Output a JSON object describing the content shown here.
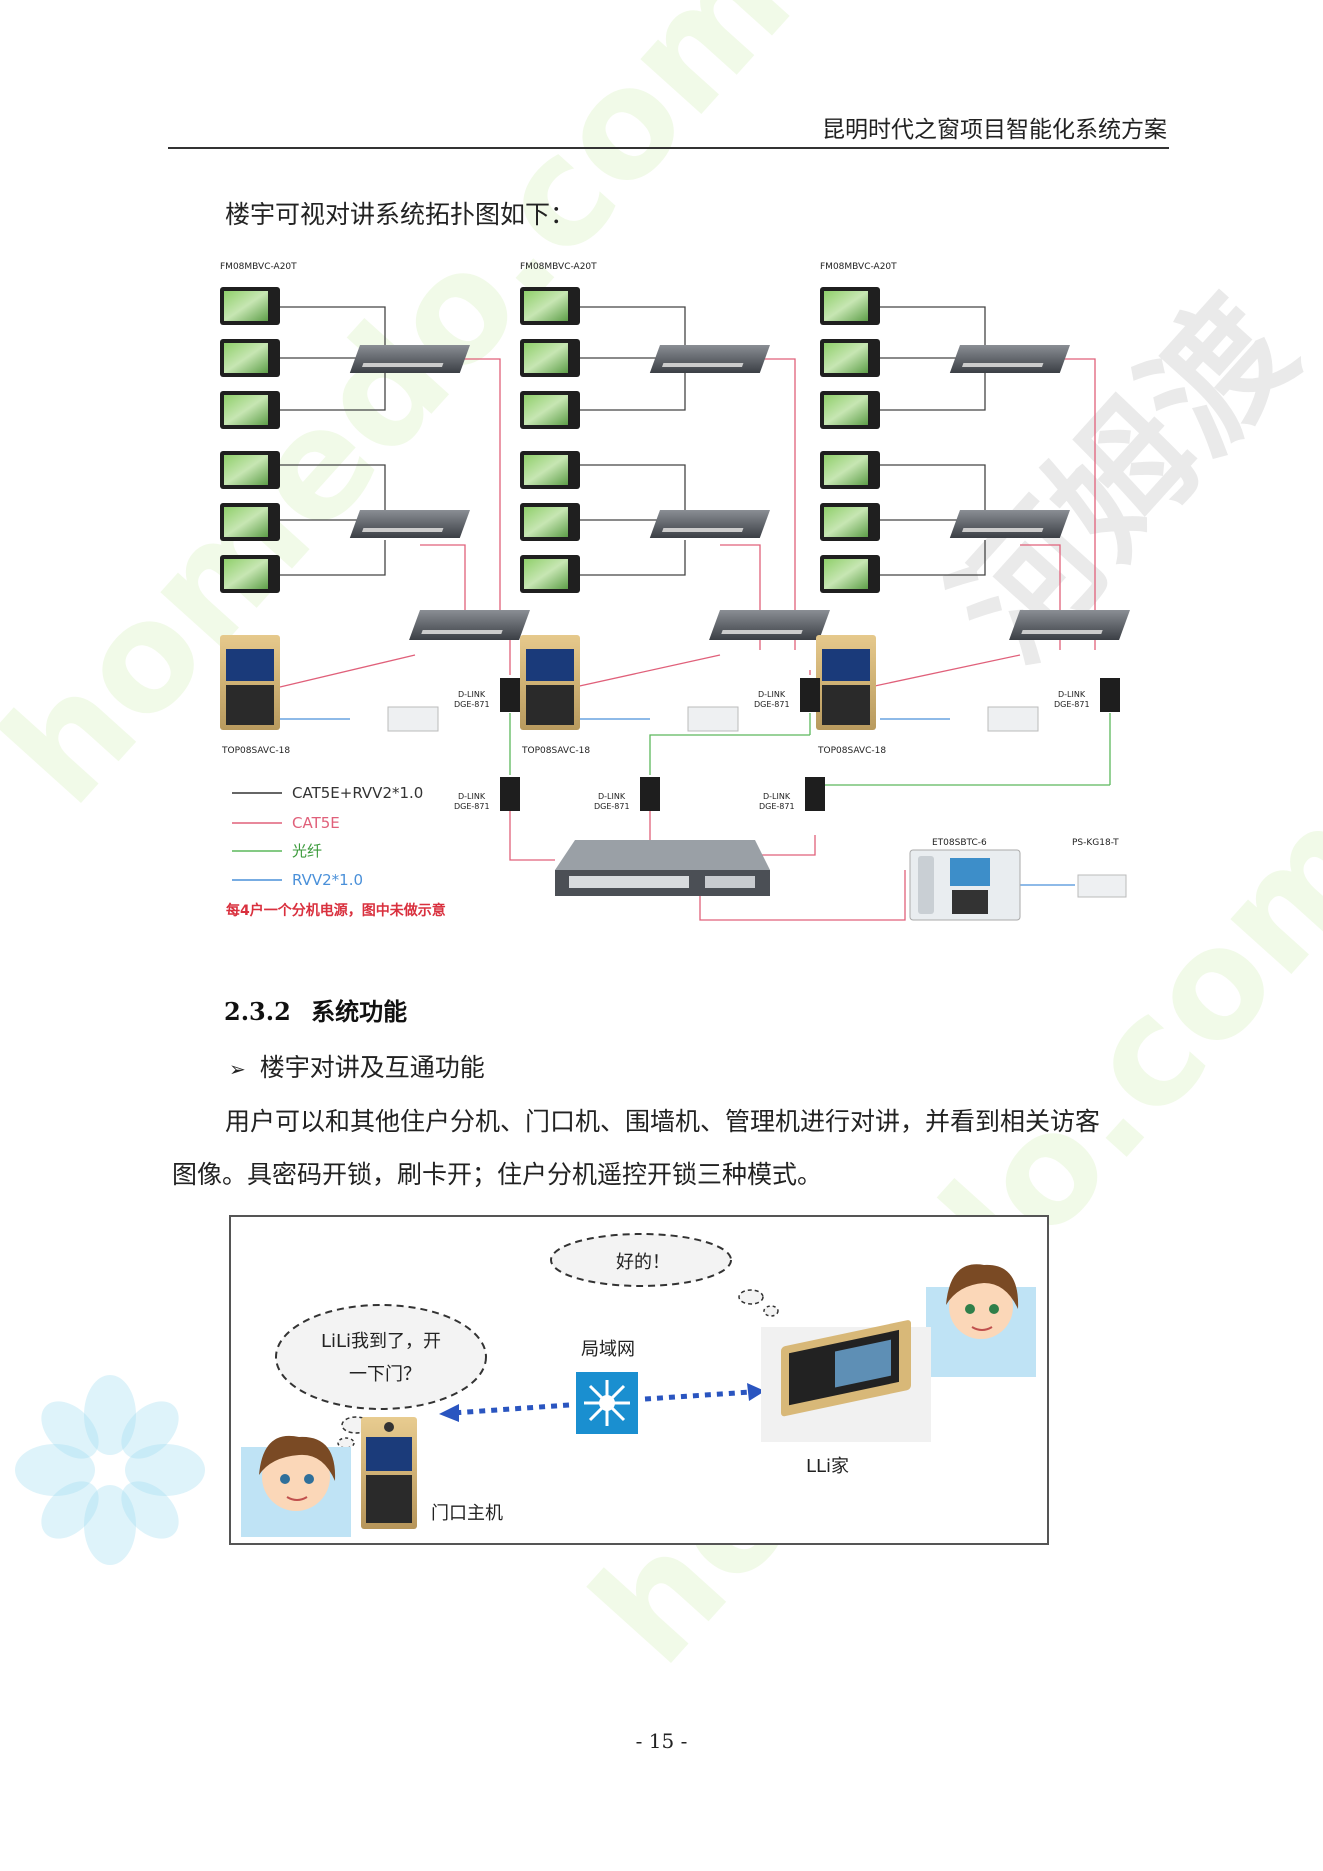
{
  "header": {
    "title": "昆明时代之窗项目智能化系统方案"
  },
  "intro_text": "楼宇可视对讲系统拓扑图如下：",
  "topology": {
    "groups": [
      {
        "monitor_model": "FM08MBVC-A20T",
        "door_model": "TOP08SAVC-18",
        "converter_label_1": "D-LINK",
        "converter_label_2": "DGE-871"
      },
      {
        "monitor_model": "FM08MBVC-A20T",
        "door_model": "TOP08SAVC-18",
        "converter_label_1": "D-LINK",
        "converter_label_2": "DGE-871"
      },
      {
        "monitor_model": "FM08MBVC-A20T",
        "door_model": "TOP08SAVC-18",
        "converter_label_1": "D-LINK",
        "converter_label_2": "DGE-871"
      }
    ],
    "bottom_converters": [
      {
        "label_1": "D-LINK",
        "label_2": "DGE-871"
      },
      {
        "label_1": "D-LINK",
        "label_2": "DGE-871"
      },
      {
        "label_1": "D-LINK",
        "label_2": "DGE-871"
      }
    ],
    "management_model": "ET08SBTC-6",
    "power_model": "PS-KG18-T",
    "legend": [
      {
        "label": "CAT5E+RVV2*1.0",
        "color": "#333333"
      },
      {
        "label": "CAT5E",
        "color": "#e0607a"
      },
      {
        "label": "光纤",
        "color": "#5cb85c"
      },
      {
        "label": "RVV2*1.0",
        "color": "#4a90d9"
      }
    ],
    "note": "每4户一个分机电源，图中未做示意"
  },
  "section": {
    "number": "2.3.2",
    "title": "系统功能"
  },
  "bullet": {
    "symbol": "➢",
    "text": "楼宇对讲及互通功能"
  },
  "paragraph": {
    "line1": "用户可以和其他住户分机、门口机、围墙机、管理机进行对讲，并看到相关访客",
    "line2": "图像。具密码开锁，刷卡开；住户分机遥控开锁三种模式。"
  },
  "illustration": {
    "bubble_left_line1": "LiLi我到了，开",
    "bubble_left_line2": "一下门？",
    "bubble_right": "好的！",
    "network_label": "局域网",
    "door_label": "门口主机",
    "home_label": "LLi家"
  },
  "watermark": {
    "text": "homedo.com",
    "brand": "河姆渡"
  },
  "page_number": "- 15 -"
}
